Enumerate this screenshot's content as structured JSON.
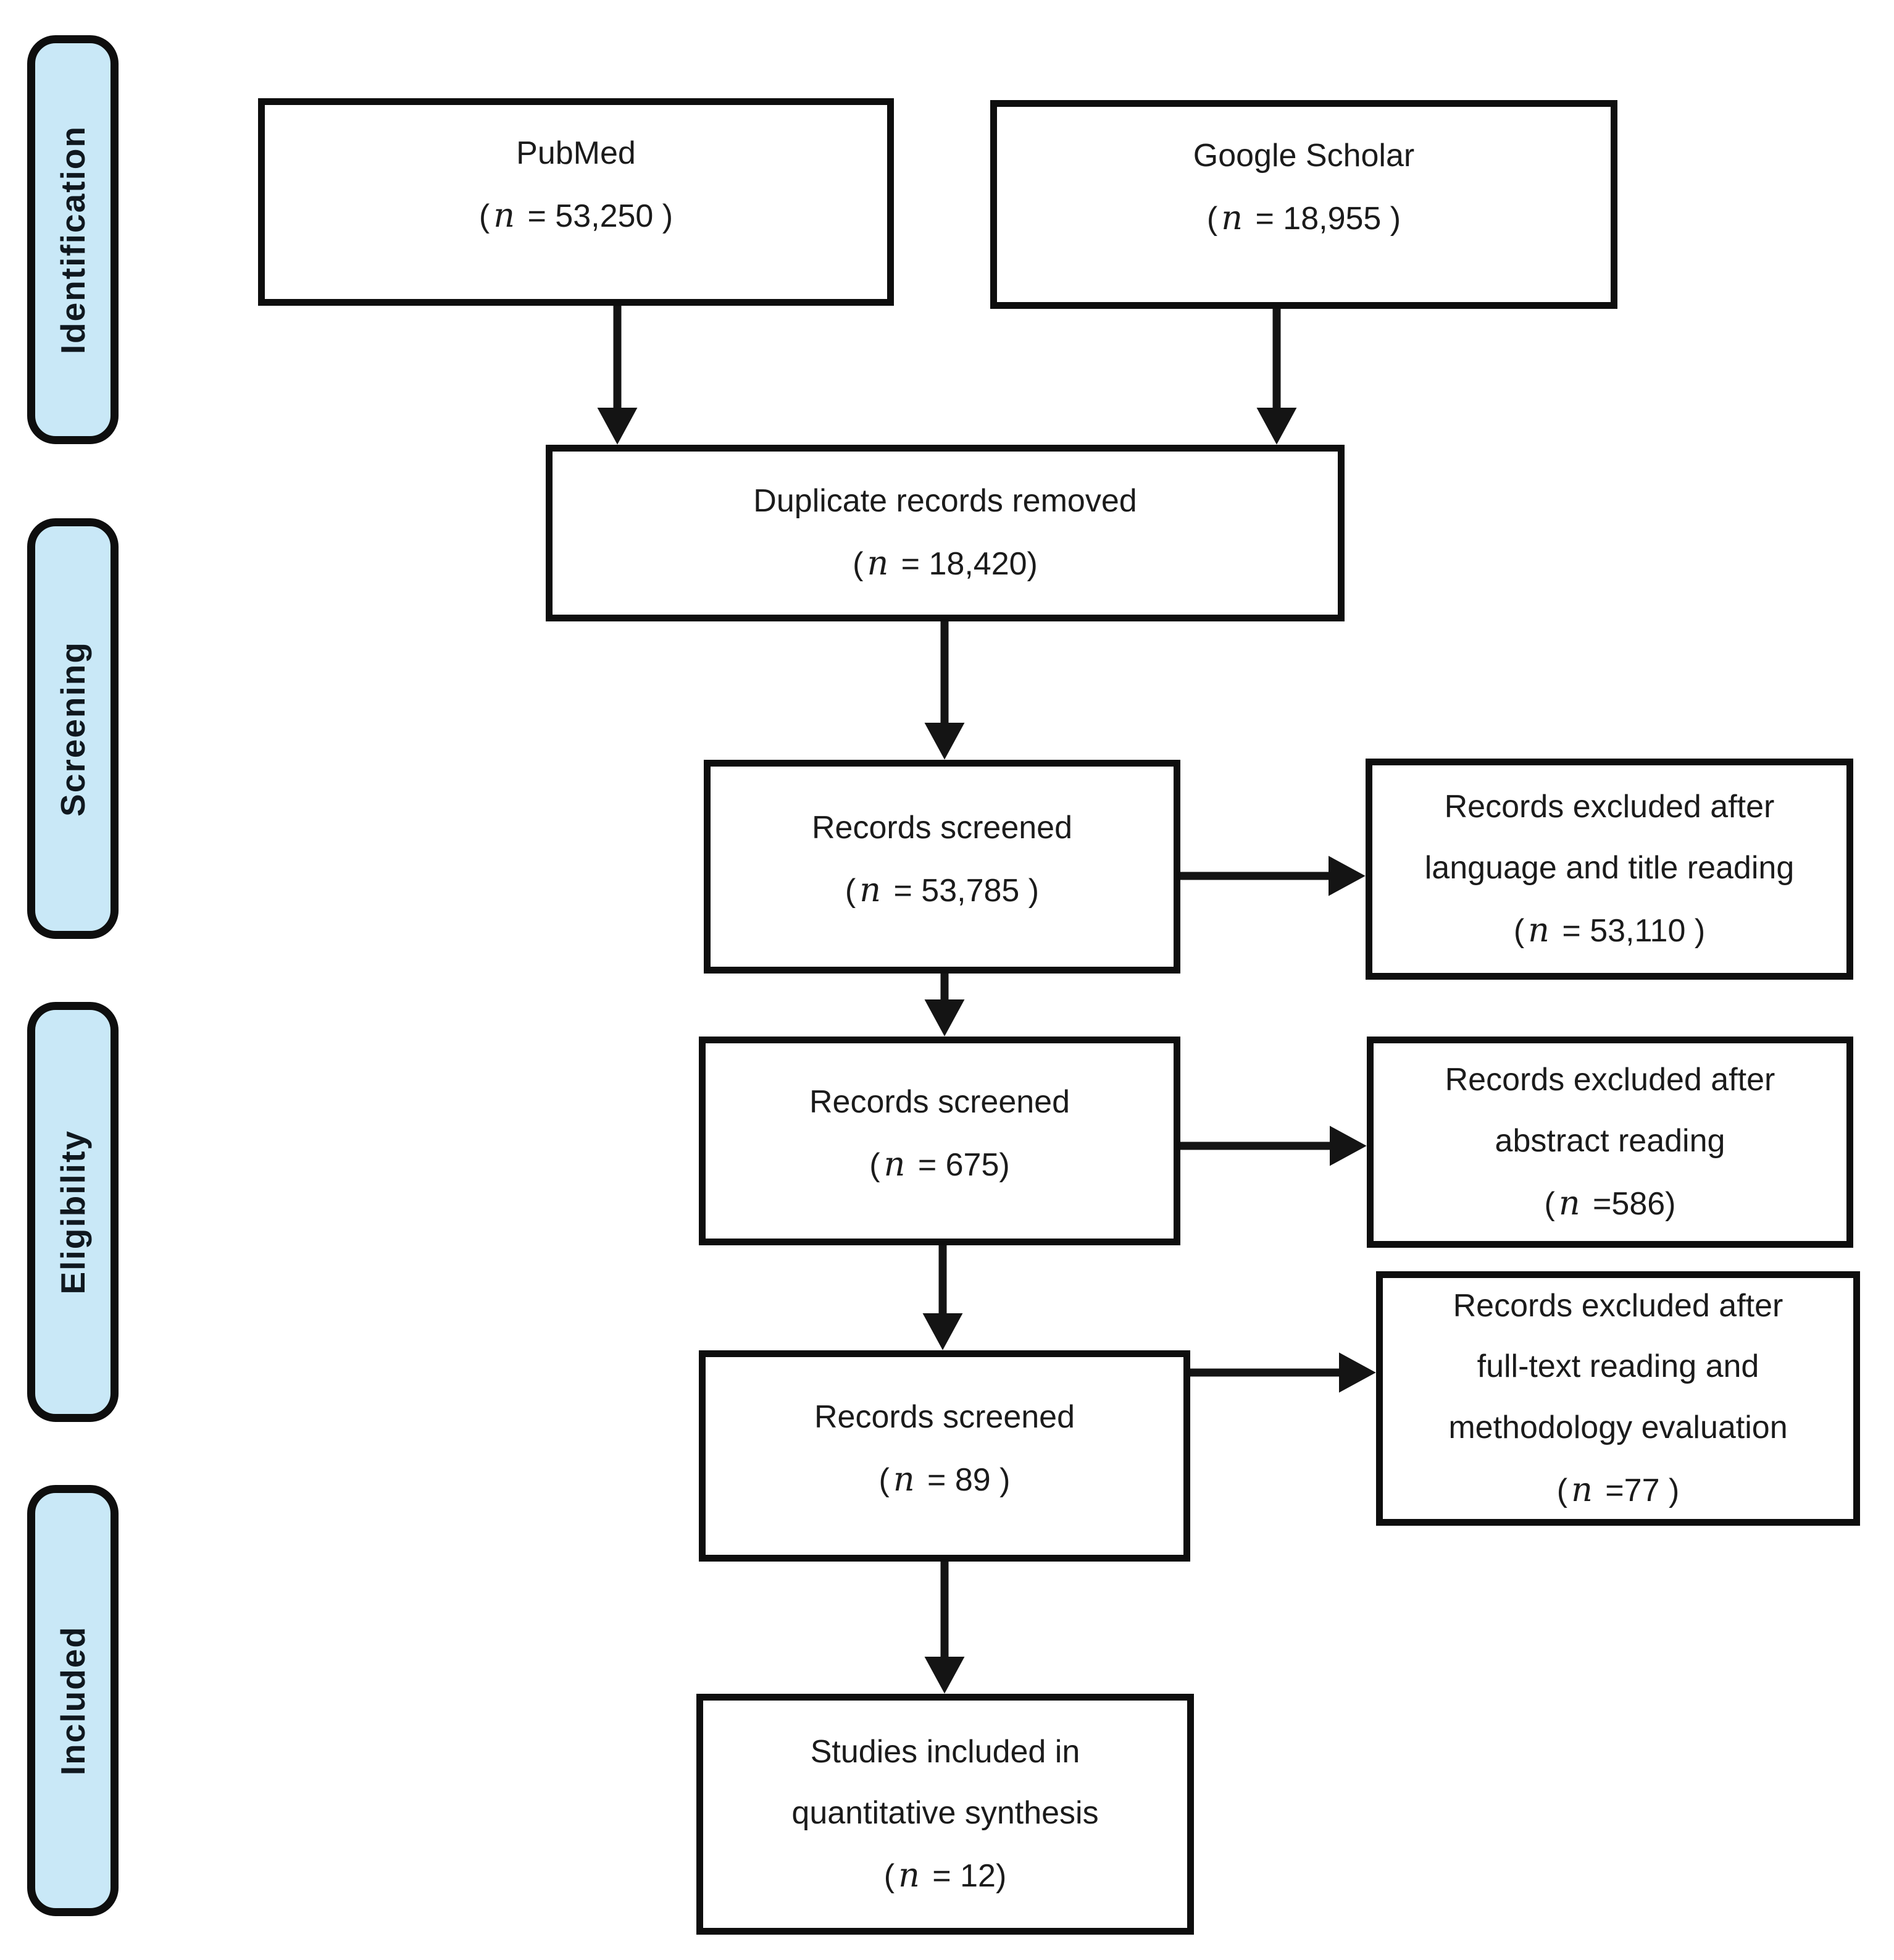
{
  "figure_type": "prisma-flow-diagram",
  "tokens": {
    "open": "(",
    "n": "n"
  },
  "stages": {
    "identification": "Identification",
    "screening": "Screening",
    "eligibility": "Eligibility",
    "included": "Included"
  },
  "boxes": {
    "pubmed": {
      "lines": [
        "PubMed"
      ],
      "n_rest": " = 53,250 )"
    },
    "google_scholar": {
      "lines": [
        "Google Scholar"
      ],
      "n_rest": " = 18,955 )"
    },
    "duplicates_removed": {
      "lines": [
        "Duplicate records removed"
      ],
      "n_rest": " = 18,420)"
    },
    "screened_1": {
      "lines": [
        "Records screened"
      ],
      "n_rest": " = 53,785 )"
    },
    "excluded_language_title": {
      "lines": [
        "Records excluded after",
        "language and title reading"
      ],
      "n_rest": " = 53,110 )"
    },
    "screened_2": {
      "lines": [
        "Records screened"
      ],
      "n_rest": " = 675)"
    },
    "excluded_abstract": {
      "lines": [
        "Records excluded after",
        "abstract reading"
      ],
      "n_rest": " =586)"
    },
    "screened_3": {
      "lines": [
        "Records screened"
      ],
      "n_rest": " = 89 )"
    },
    "excluded_fulltext": {
      "lines": [
        "Records excluded after",
        "full-text reading and",
        "methodology evaluation"
      ],
      "n_rest": " =77 )"
    },
    "included_synthesis": {
      "lines": [
        "Studies included in",
        "quantitative synthesis"
      ],
      "n_rest": " = 12)"
    }
  },
  "colors": {
    "stage_fill": "#c9e8f7",
    "line_color": "#141414",
    "text_color": "#1b1b1b"
  }
}
